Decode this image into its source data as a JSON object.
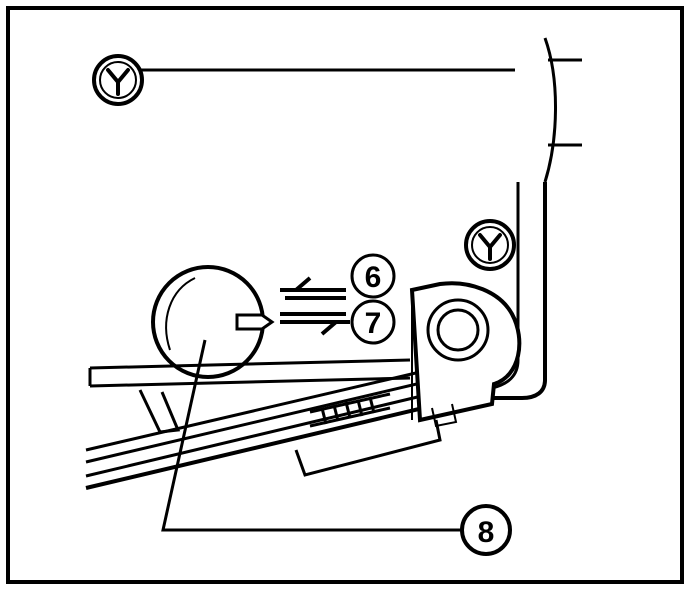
{
  "figure": {
    "callouts": [
      {
        "id": "6",
        "label": "6"
      },
      {
        "id": "7",
        "label": "7"
      },
      {
        "id": "8",
        "label": "8"
      }
    ],
    "icons": [
      "screw-head-icon",
      "arrow-left-icon",
      "arrow-right-icon"
    ],
    "colors": {
      "ink": "#000000",
      "paper": "#ffffff"
    }
  }
}
